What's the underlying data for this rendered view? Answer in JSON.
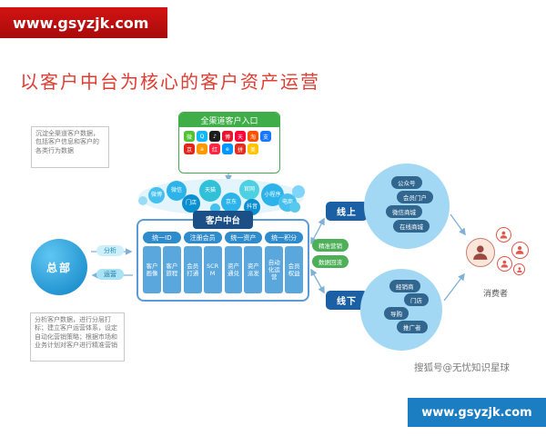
{
  "watermarks": {
    "top": "www.gsyzjk.com",
    "bottom": "www.gsyzjk.com"
  },
  "title": "以客户中台为核心的客户资产运营",
  "footer_credit": "搜狐号@无忧知识星球",
  "colors": {
    "title_red": "#e03c31",
    "ribbon_red": "#c01010",
    "ribbon_blue": "#1b7ec2",
    "entry_green": "#3fae49",
    "platform_blue": "#5b9bd5",
    "node_blue": "#1b5fa5",
    "flow_green": "#4db058"
  },
  "entry": {
    "title": "全渠道客户入口",
    "icons": [
      {
        "name": "wechat",
        "glyph": "微",
        "color": "#51c332"
      },
      {
        "name": "qq",
        "glyph": "Q",
        "color": "#12b7f5"
      },
      {
        "name": "douyin",
        "glyph": "♪",
        "color": "#1c1c1c"
      },
      {
        "name": "weibo",
        "glyph": "博",
        "color": "#e6162d"
      },
      {
        "name": "tmall",
        "glyph": "天",
        "color": "#ff0036"
      },
      {
        "name": "taobao",
        "glyph": "淘",
        "color": "#ff5000"
      },
      {
        "name": "alipay",
        "glyph": "支",
        "color": "#1677ff"
      },
      {
        "name": "jd",
        "glyph": "京",
        "color": "#e1251b"
      },
      {
        "name": "amazon",
        "glyph": "a",
        "color": "#ff9900"
      },
      {
        "name": "xiaohongshu",
        "glyph": "红",
        "color": "#fe2442"
      },
      {
        "name": "eleme",
        "glyph": "e",
        "color": "#0097ff"
      },
      {
        "name": "pinduoduo",
        "glyph": "拼",
        "color": "#e22e1f"
      },
      {
        "name": "meituan",
        "glyph": "美",
        "color": "#ffc300"
      }
    ]
  },
  "notes": {
    "top": "沉淀全渠道客户数据，包括客户信息和客户的各类行为数据",
    "bottom": "分析客户数据，进行分层打标；建立客户运营体系，设定自动化营销策略；根据市场和业务计划对客户进行精准营销"
  },
  "cloud": {
    "bubbles": [
      {
        "label": "微博"
      },
      {
        "label": "微信"
      },
      {
        "label": "门店"
      },
      {
        "label": "天猫"
      },
      {
        "label": "京东"
      },
      {
        "label": "官网"
      },
      {
        "label": "抖音"
      },
      {
        "label": "小程序"
      },
      {
        "label": "电商"
      },
      {
        "label": ""
      },
      {
        "label": ""
      },
      {
        "label": ""
      },
      {
        "label": ""
      }
    ]
  },
  "platform": {
    "title": "客户中台",
    "columns": [
      {
        "header": "统一ID",
        "items": [
          "客户画像",
          "客户旅程"
        ]
      },
      {
        "header": "注册会员",
        "items": [
          "会员打通",
          "SCRM"
        ]
      },
      {
        "header": "统一资产",
        "items": [
          "资产通兑",
          "资产派发"
        ]
      },
      {
        "header": "统一积分",
        "items": [
          "自动化运营",
          "会员权益"
        ]
      }
    ]
  },
  "hq": {
    "label": "总部",
    "flow_top": "分析",
    "flow_bottom": "运营"
  },
  "flows": {
    "outbound": "精准营销",
    "inbound": "数据回流"
  },
  "online": {
    "label": "线上",
    "items": [
      "公众号",
      "会员门户",
      "微信商城",
      "在线商城"
    ]
  },
  "offline": {
    "label": "线下",
    "items": [
      "经销商",
      "门店",
      "导购",
      "推广者"
    ]
  },
  "consumers": {
    "label": "消费者"
  }
}
